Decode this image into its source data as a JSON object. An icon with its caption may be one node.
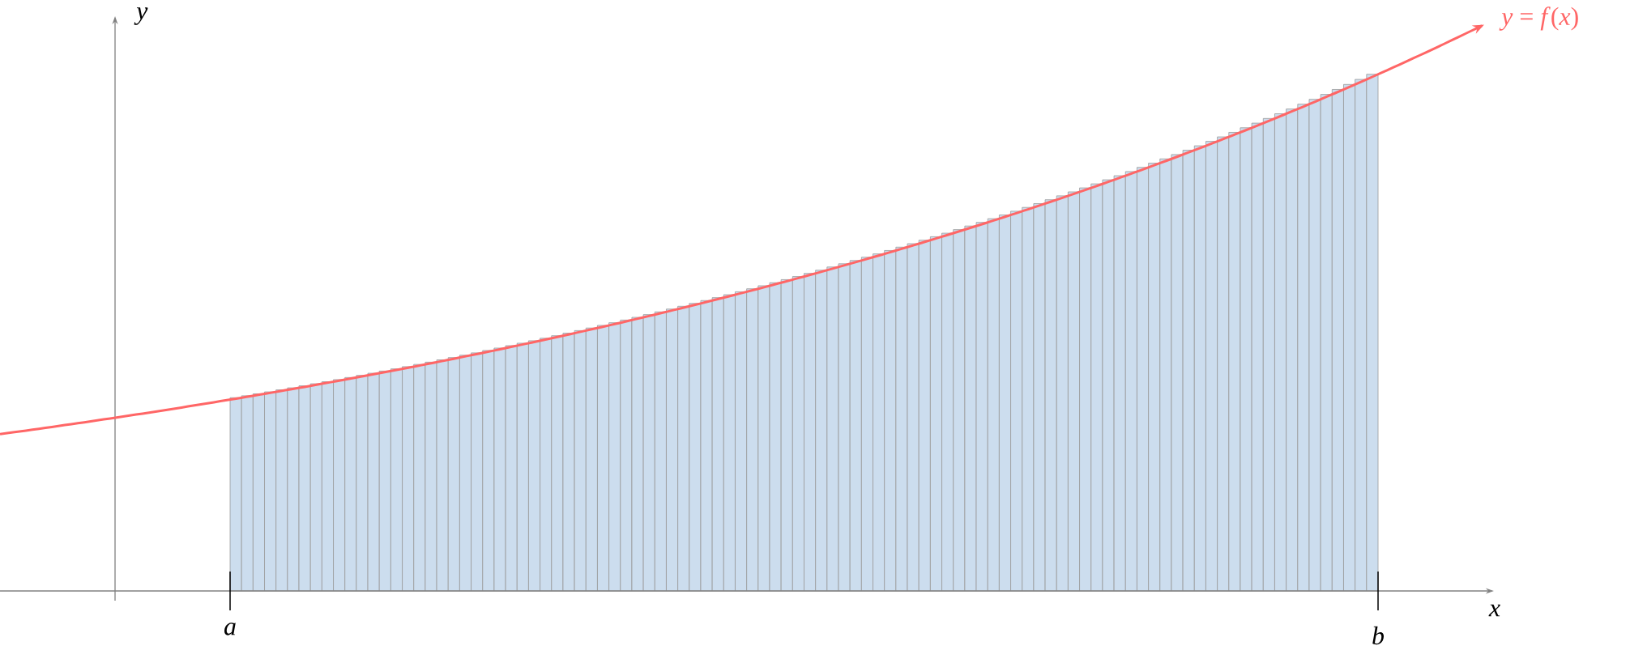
{
  "diagram": {
    "labels": [
      "y",
      "*y* = *f*(*x*)",
      "x",
      "a",
      "b"
    ]
  }
}
